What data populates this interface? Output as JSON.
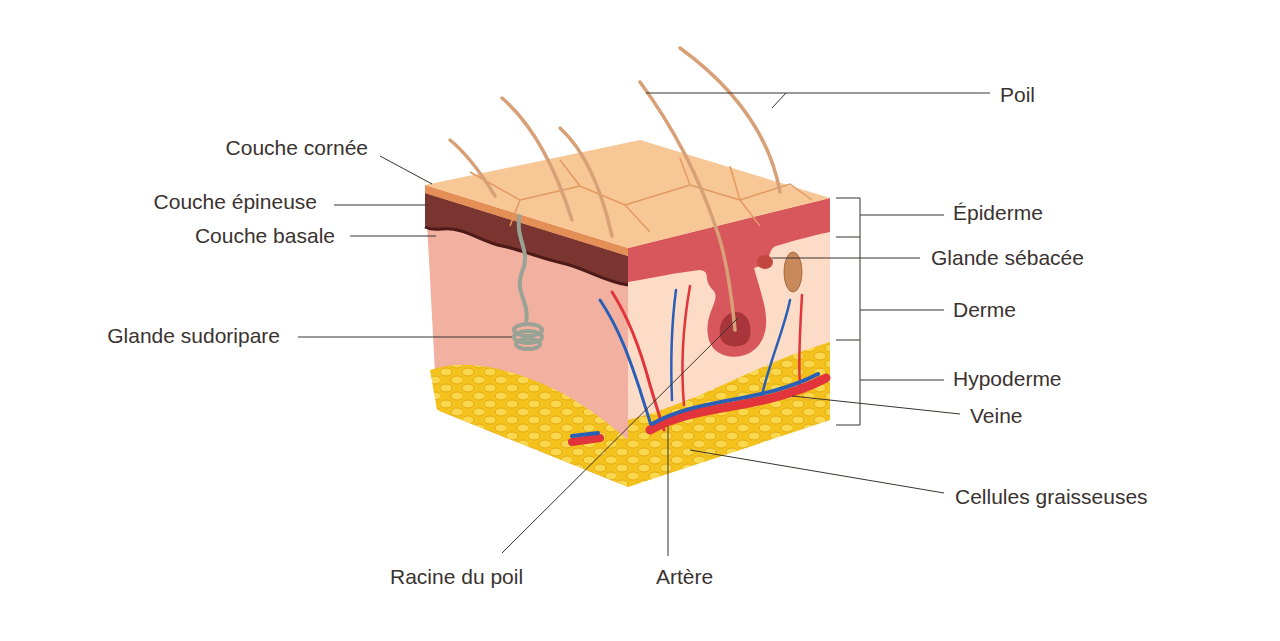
{
  "diagram": {
    "labels": [
      "Poil",
      "Couche cornée",
      "Couche épineuse",
      "Couche basale",
      "Épiderme",
      "Glande sébacée",
      "Derme",
      "Glande sudoripare",
      "Hypoderme",
      "Veine",
      "Cellules graisseuses",
      "Racine du poil",
      "Artère"
    ]
  }
}
